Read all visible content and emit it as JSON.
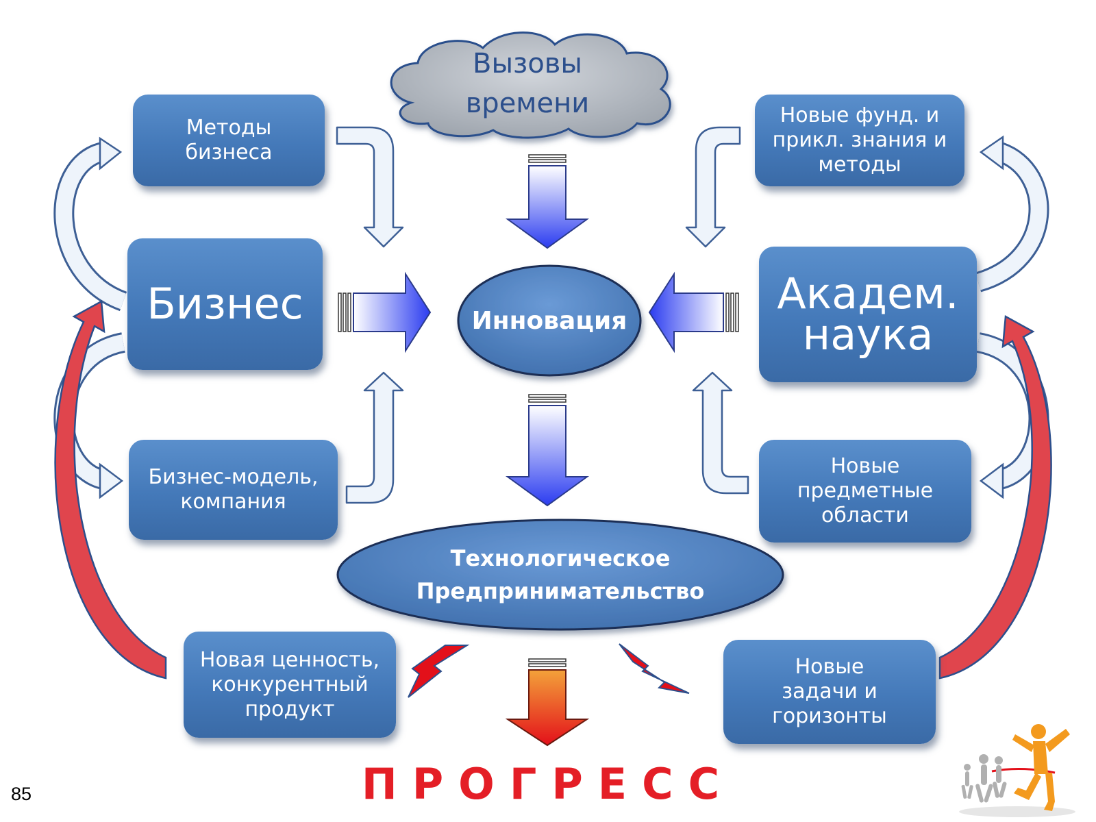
{
  "cloud": {
    "label": "Вызовы\nвремени"
  },
  "center": {
    "innovation": "Инновация",
    "entrepreneurship": "Технологическое\nПредпринимательство"
  },
  "left": {
    "methods": "Методы\nбизнеса",
    "business": "Бизнес",
    "model": "Бизнес-модель,\nкомпания",
    "value": "Новая ценность,\nконкурентный\nпродукт"
  },
  "right": {
    "knowledge": "Новые фунд. и\nприкл. знания и\nметоды",
    "academy": "Академ.\nнаука",
    "areas": "Новые\nпредметные\nобласти",
    "tasks": "Новые\nзадачи и\nгоризонты"
  },
  "footer": {
    "progress": "ПРОГРЕСС",
    "page_number": "85"
  },
  "colors": {
    "box_blue": "#4a7fbf",
    "progress_red": "#e41e26",
    "cloud_gray": "#b6bcc4",
    "feedback_red": "#e0454d"
  }
}
